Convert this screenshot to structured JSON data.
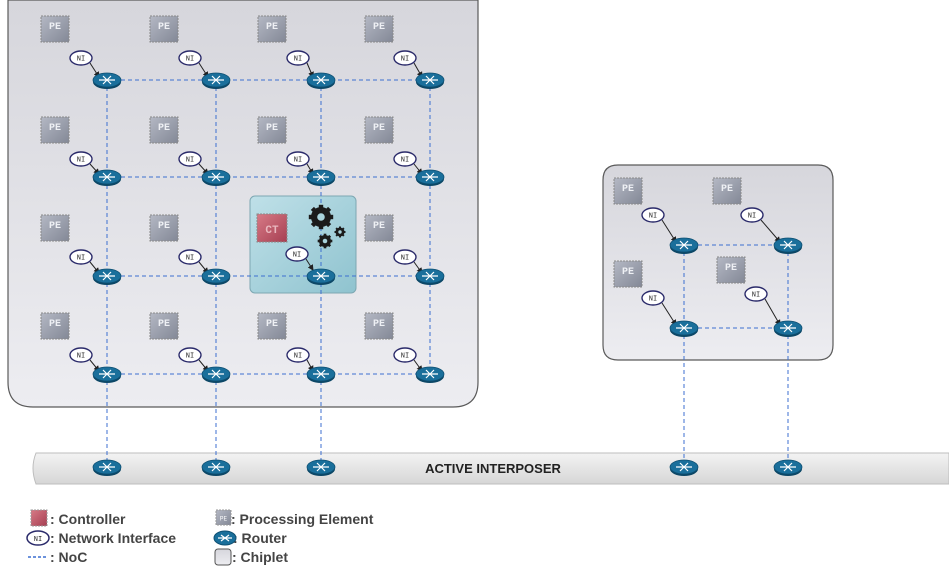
{
  "labels": {
    "pe": "PE",
    "ni": "NI",
    "ct": "CT",
    "interposer": "ACTIVE INTERPOSER"
  },
  "legend": {
    "controller": ": Controller",
    "network_interface": ": Network Interface",
    "noc": ": NoC",
    "processing_element": ": Processing Element",
    "router": ": Router",
    "chiplet": ": Chiplet"
  },
  "colors": {
    "chiplet_fill": "#e2e2e8",
    "controller_region": "#a9d3dc",
    "pe_fill": "#9a9eac",
    "router_fill": "#1a6f9b",
    "noc_line": "#3c6fd0",
    "interposer_fill": "#e4e4e4"
  }
}
